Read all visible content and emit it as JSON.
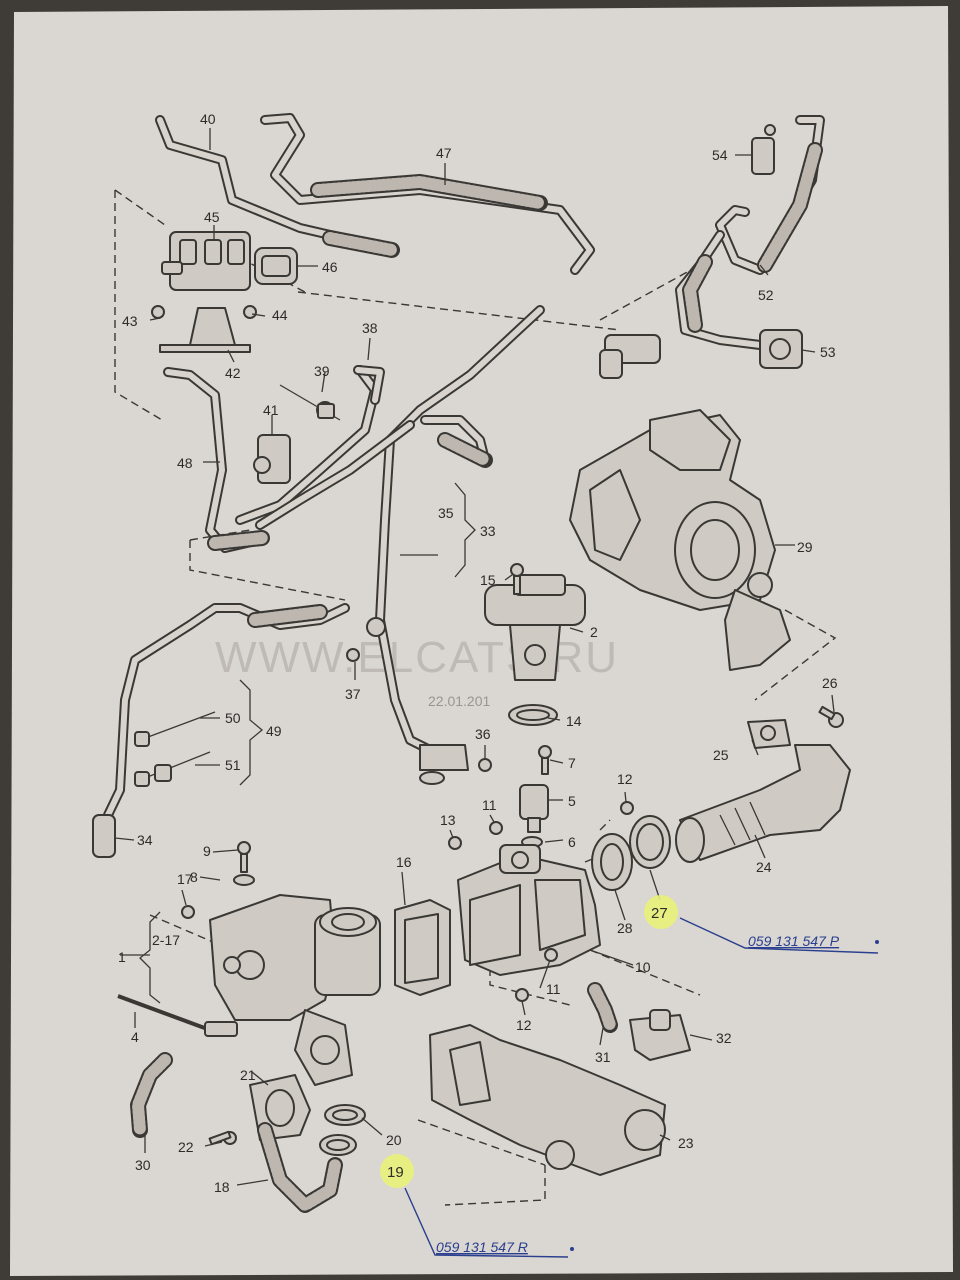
{
  "watermark": "WWW.ELCATS.RU",
  "date_stamp": "22.01.201",
  "labels": {
    "n1": "1",
    "n2": "2",
    "n2_17": "2-17",
    "n4": "4",
    "n5": "5",
    "n6": "6",
    "n7": "7",
    "n8": "8",
    "n9": "9",
    "n10": "10",
    "n11a": "11",
    "n11b": "11",
    "n12a": "12",
    "n12b": "12",
    "n13": "13",
    "n14": "14",
    "n15": "15",
    "n16": "16",
    "n17": "17",
    "n18": "18",
    "n20": "20",
    "n21": "21",
    "n22": "22",
    "n23": "23",
    "n24": "24",
    "n25": "25",
    "n26": "26",
    "n28": "28",
    "n29": "29",
    "n30": "30",
    "n31": "31",
    "n32": "32",
    "n33": "33",
    "n34": "34",
    "n35": "35",
    "n36": "36",
    "n37": "37",
    "n38": "38",
    "n39": "39",
    "n40": "40",
    "n41": "41",
    "n42": "42",
    "n43": "43",
    "n44": "44",
    "n45": "45",
    "n46": "46",
    "n47": "47",
    "n48": "48",
    "n49": "49",
    "n50": "50",
    "n51": "51",
    "n52": "52",
    "n53": "53",
    "n54": "54"
  },
  "highlights": {
    "h19": "19",
    "h27": "27"
  },
  "handwritten": {
    "part_27": "059 131 547 P",
    "part_19": "059 131 547 R"
  },
  "colors": {
    "highlight": "#e8f27a",
    "ink": "#2a3f8f"
  }
}
